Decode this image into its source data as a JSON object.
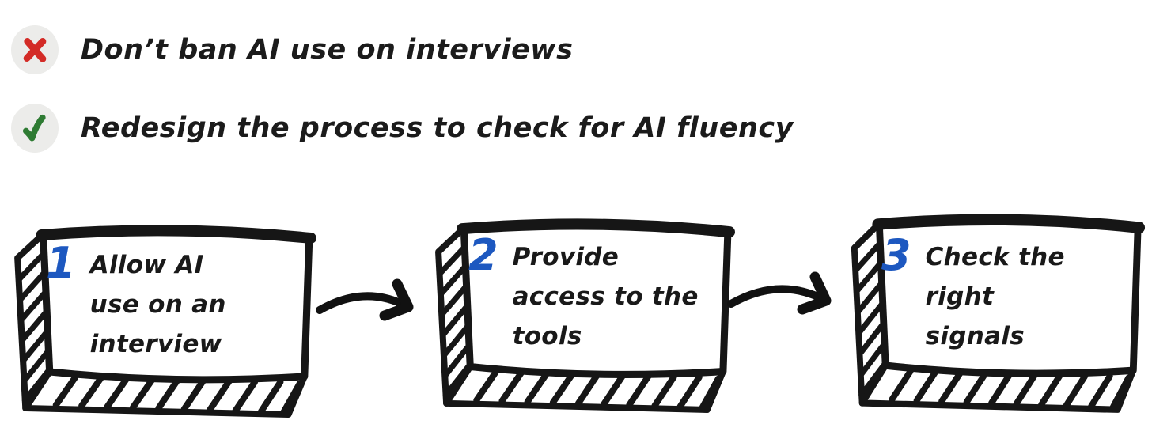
{
  "header": {
    "dont": {
      "icon": "x-icon",
      "text": "Don’t ban AI use on interviews"
    },
    "do": {
      "icon": "check-icon",
      "text": "Redesign the process to check for AI fluency"
    }
  },
  "steps": [
    {
      "number": "1",
      "label": "Allow AI use on an interview",
      "lines": [
        "Allow AI",
        "use on an",
        "interview"
      ]
    },
    {
      "number": "2",
      "label": "Provide access to the tools",
      "lines": [
        "Provide",
        "access to the",
        "tools"
      ]
    },
    {
      "number": "3",
      "label": "Check the right signals",
      "lines": [
        "Check the",
        "right",
        "signals"
      ]
    }
  ],
  "connectors": [
    "curved-arrow",
    "curved-arrow"
  ],
  "colors": {
    "background": "#ffffff",
    "ink": "#161616",
    "number_blue": "#1d58c0",
    "x_red": "#d32b26",
    "check_green": "#2e7b33",
    "badge_gray": "#ececea"
  }
}
